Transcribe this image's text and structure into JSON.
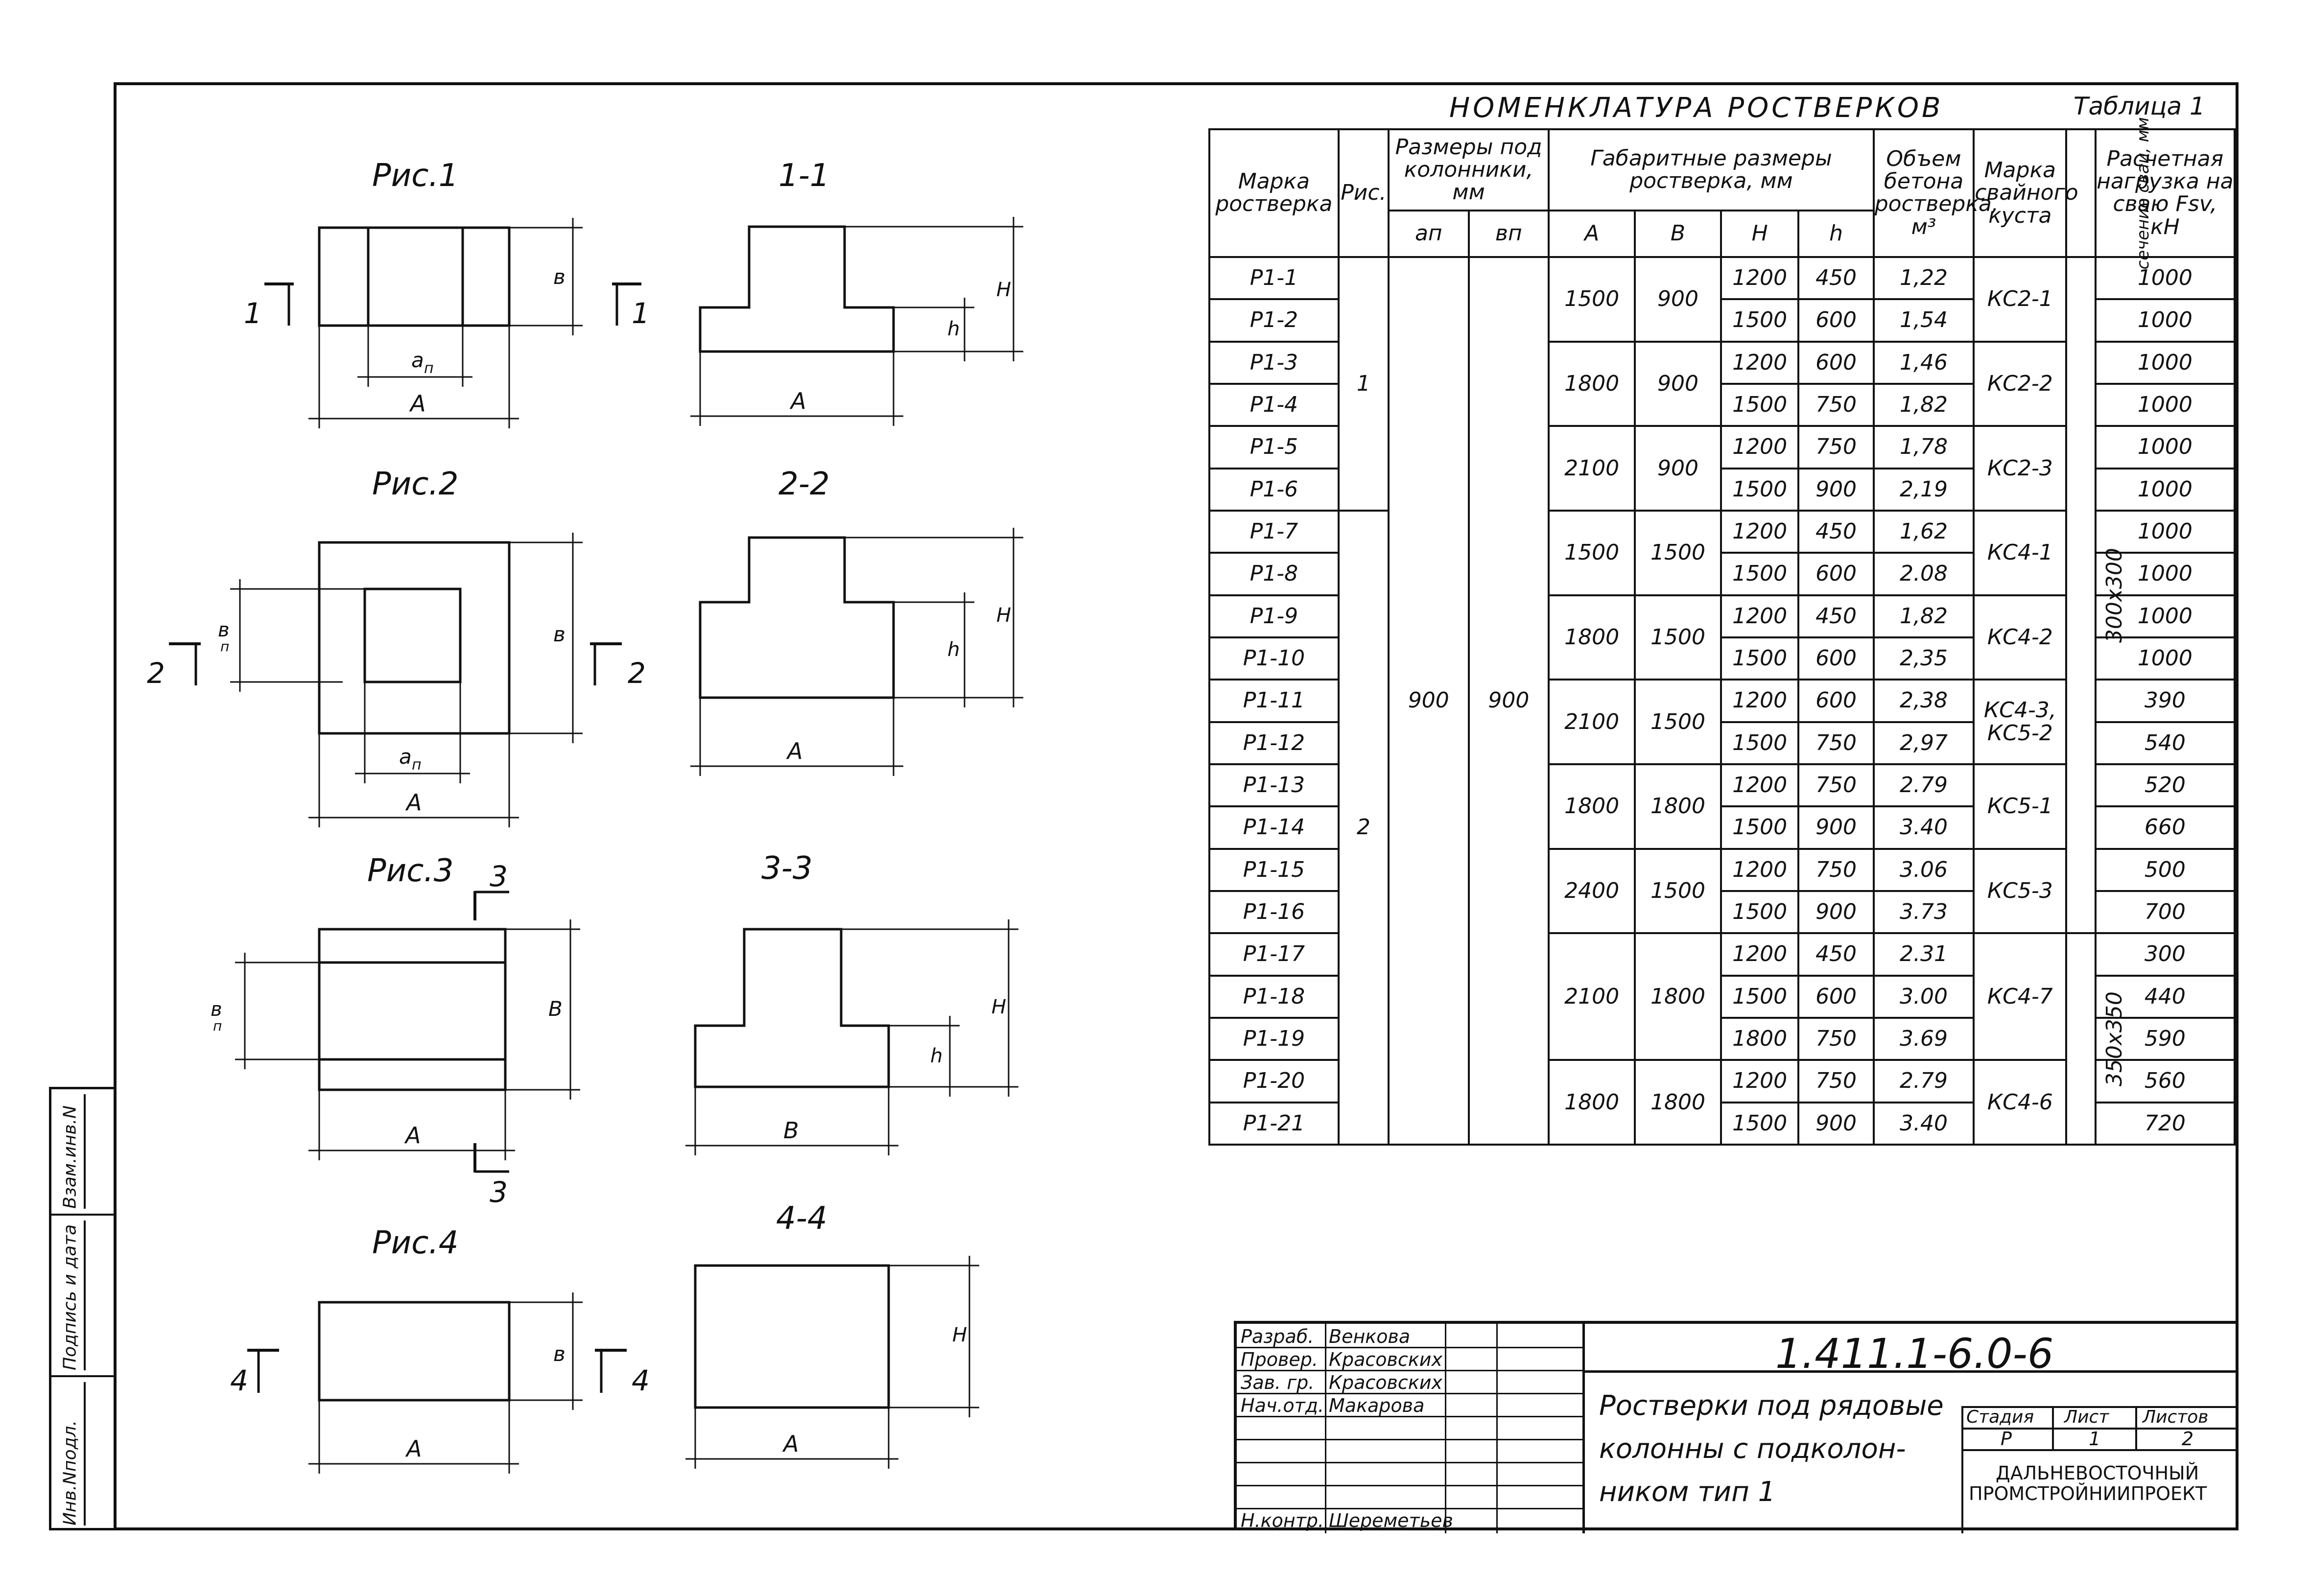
{
  "side_strip": {
    "cells": [
      "Инв.Nподл.",
      "Подпись и дата",
      "Взам.инв.N"
    ]
  },
  "figures": {
    "fig1": {
      "title": "Рис.1",
      "section_title": "1-1",
      "cut": "1",
      "dims": {
        "an": "a",
        "an_sub": "п",
        "A": "A",
        "B": "в",
        "h": "h",
        "H": "H",
        "A2": "A"
      }
    },
    "fig2": {
      "title": "Рис.2",
      "section_title": "2-2",
      "cut": "2",
      "dims": {
        "an": "a",
        "an_sub": "п",
        "bn": "в",
        "bn_sub": "п",
        "A": "A",
        "B": "в",
        "h": "h",
        "H": "H",
        "A2": "A"
      }
    },
    "fig3": {
      "title": "Рис.3",
      "section_title": "3-3",
      "cut": "3",
      "dims": {
        "bn": "в",
        "bn_sub": "п",
        "A": "A",
        "B": "B",
        "h": "h",
        "H": "H",
        "B2": "B"
      }
    },
    "fig4": {
      "title": "Рис.4",
      "section_title": "4-4",
      "cut": "4",
      "dims": {
        "A": "A",
        "B": "в",
        "H": "H",
        "A2": "A"
      }
    }
  },
  "table": {
    "title": "НОМЕНКЛАТУРА РОСТВЕРКОВ",
    "number": "Таблица 1",
    "headers": {
      "mark": "Марка ростверка",
      "fig": "Рис.",
      "column_dims": "Размеры под колонники, мм",
      "an": "aп",
      "bn": "вп",
      "overall": "Габаритные размеры ростверка, мм",
      "A": "A",
      "B": "B",
      "H": "H",
      "h": "h",
      "volume": "Объем бетона ростверка, м³",
      "pile_bush": "Марка свайного куста",
      "section": "сечение сваи, мм",
      "load": "Расчетная нагрузка на сваю Fsv, кН"
    },
    "common": {
      "an": "900",
      "bn": "900",
      "fig1": "1",
      "fig2": "2",
      "sec1": "300x300",
      "sec2": "350x350"
    },
    "rows": [
      {
        "mark": "Р1-1",
        "H": "1200",
        "h": "450",
        "V": "1,22",
        "F": "1000"
      },
      {
        "mark": "Р1-2",
        "H": "1500",
        "h": "600",
        "V": "1,54",
        "F": "1000"
      },
      {
        "mark": "Р1-3",
        "H": "1200",
        "h": "600",
        "V": "1,46",
        "F": "1000"
      },
      {
        "mark": "Р1-4",
        "H": "1500",
        "h": "750",
        "V": "1,82",
        "F": "1000"
      },
      {
        "mark": "Р1-5",
        "H": "1200",
        "h": "750",
        "V": "1,78",
        "F": "1000"
      },
      {
        "mark": "Р1-6",
        "H": "1500",
        "h": "900",
        "V": "2,19",
        "F": "1000"
      },
      {
        "mark": "Р1-7",
        "H": "1200",
        "h": "450",
        "V": "1,62",
        "F": "1000"
      },
      {
        "mark": "Р1-8",
        "H": "1500",
        "h": "600",
        "V": "2.08",
        "F": "1000"
      },
      {
        "mark": "Р1-9",
        "H": "1200",
        "h": "450",
        "V": "1,82",
        "F": "1000"
      },
      {
        "mark": "Р1-10",
        "H": "1500",
        "h": "600",
        "V": "2,35",
        "F": "1000"
      },
      {
        "mark": "Р1-11",
        "H": "1200",
        "h": "600",
        "V": "2,38",
        "F": "390"
      },
      {
        "mark": "Р1-12",
        "H": "1500",
        "h": "750",
        "V": "2,97",
        "F": "540"
      },
      {
        "mark": "Р1-13",
        "H": "1200",
        "h": "750",
        "V": "2.79",
        "F": "520"
      },
      {
        "mark": "Р1-14",
        "H": "1500",
        "h": "900",
        "V": "3.40",
        "F": "660"
      },
      {
        "mark": "Р1-15",
        "H": "1200",
        "h": "750",
        "V": "3.06",
        "F": "500"
      },
      {
        "mark": "Р1-16",
        "H": "1500",
        "h": "900",
        "V": "3.73",
        "F": "700"
      },
      {
        "mark": "Р1-17",
        "H": "1200",
        "h": "450",
        "V": "2.31",
        "F": "300"
      },
      {
        "mark": "Р1-18",
        "H": "1500",
        "h": "600",
        "V": "3.00",
        "F": "440"
      },
      {
        "mark": "Р1-19",
        "H": "1800",
        "h": "750",
        "V": "3.69",
        "F": "590"
      },
      {
        "mark": "Р1-20",
        "H": "1200",
        "h": "750",
        "V": "2.79",
        "F": "560"
      },
      {
        "mark": "Р1-21",
        "H": "1500",
        "h": "900",
        "V": "3.40",
        "F": "720"
      }
    ],
    "groups": [
      {
        "A": "1500",
        "B": "900"
      },
      {
        "A": "1800",
        "B": "900"
      },
      {
        "A": "2100",
        "B": "900"
      },
      {
        "A": "1500",
        "B": "1500"
      },
      {
        "A": "1800",
        "B": "1500"
      },
      {
        "A": "2100",
        "B": "1500"
      },
      {
        "A": "1800",
        "B": "1800"
      },
      {
        "A": "2400",
        "B": "1500"
      },
      {
        "A": "2100",
        "B": "1800"
      },
      {
        "A": "1800",
        "B": "1800"
      }
    ],
    "bushes": [
      "КС2-1",
      "КС2-2",
      "КС2-3",
      "КС4-1",
      "КС4-2",
      "КС4-3, КС5-2",
      "КС5-1",
      "КС5-3",
      "КС4-7",
      "КС4-6"
    ]
  },
  "stamp": {
    "code": "1.411.1-6.0-6",
    "roles": [
      {
        "role": "Разраб.",
        "name": "Венкова"
      },
      {
        "role": "Провер.",
        "name": "Красовских"
      },
      {
        "role": "Зав. гр.",
        "name": "Красовских"
      },
      {
        "role": "Нач.отд.",
        "name": "Макарова"
      },
      {
        "role": "Н.контр.",
        "name": "Шереметьев"
      }
    ],
    "title_lines": [
      "Ростверки под рядовые",
      "колонны с подколон-",
      "ником    тип 1"
    ],
    "stage_label": "Стадия",
    "sheet_label": "Лист",
    "sheets_label": "Листов",
    "stage": "Р",
    "sheet": "1",
    "sheets": "2",
    "org_lines": [
      "ДАЛЬНЕВОСТОЧНЫЙ",
      "ПРОМСТРОЙНИИПРОЕКТ"
    ]
  }
}
